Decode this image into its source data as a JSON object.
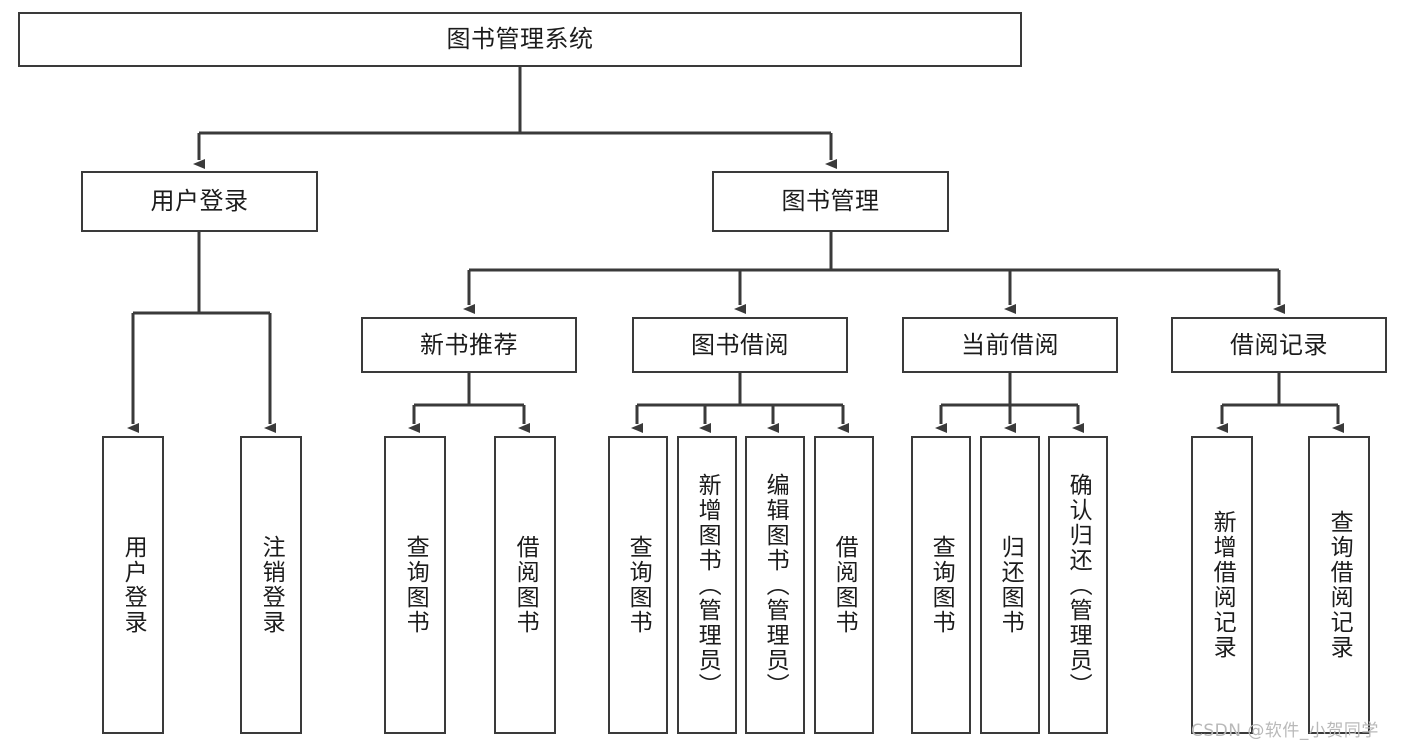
{
  "diagram": {
    "type": "tree-hierarchy",
    "title": "图书管理系统",
    "watermark": "CSDN @软件_小贺同学",
    "colors": {
      "stroke": "#3a3a3a",
      "background": "#ffffff",
      "text": "#1c1c1c",
      "watermark": "#b9b9b9"
    },
    "levels": {
      "root": {
        "label": "图书管理系统"
      },
      "level2": [
        {
          "label": "用户登录"
        },
        {
          "label": "图书管理"
        }
      ],
      "level3": [
        {
          "label": "新书推荐"
        },
        {
          "label": "图书借阅"
        },
        {
          "label": "当前借阅"
        },
        {
          "label": "借阅记录"
        }
      ]
    },
    "leaves": {
      "user_login": [
        {
          "label": "用户登录"
        },
        {
          "label": "注销登录"
        }
      ],
      "new_book_recommend": [
        {
          "label": "查询图书"
        },
        {
          "label": "借阅图书"
        }
      ],
      "book_borrow": [
        {
          "label": "查询图书"
        },
        {
          "label": "新增图书（管理员）"
        },
        {
          "label": "编辑图书（管理员）"
        },
        {
          "label": "借阅图书"
        }
      ],
      "current_borrow": [
        {
          "label": "查询图书"
        },
        {
          "label": "归还图书"
        },
        {
          "label": "确认归还（管理员）"
        }
      ],
      "borrow_record": [
        {
          "label": "新增借阅记录"
        },
        {
          "label": "查询借阅记录"
        }
      ]
    }
  }
}
